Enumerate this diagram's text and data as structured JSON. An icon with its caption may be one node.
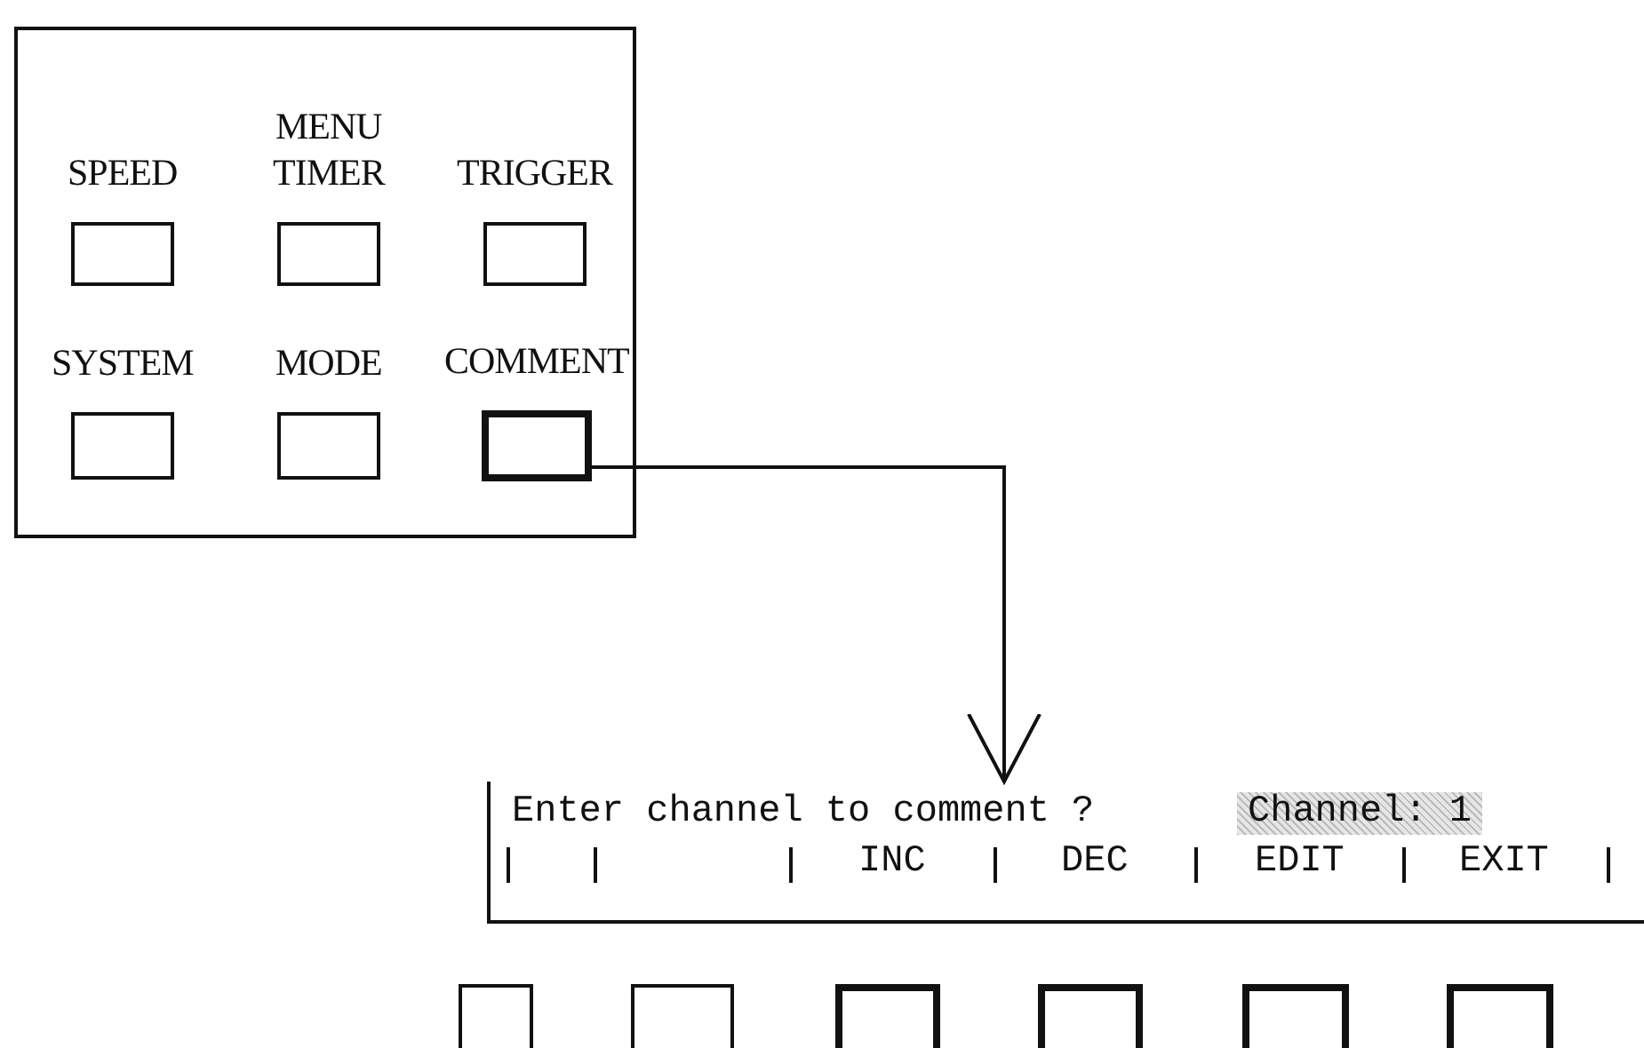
{
  "diagram": {
    "nodes": [
      {
        "text": [],
        "shape": "box"
      },
      {
        "text": [
          "SPEED"
        ],
        "in": 0
      },
      {
        "text": [
          "MENU",
          "TIMER"
        ],
        "in": 0
      },
      {
        "text": [
          "TRIGGER"
        ],
        "in": 0
      },
      {
        "text": [
          "SYSTEM"
        ],
        "in": 0
      },
      {
        "text": [
          "MODE"
        ],
        "in": 0
      },
      {
        "text": [
          "COMMENT"
        ],
        "in": 0
      },
      {
        "text": [
          "Enter channel to comment ?",
          "Channel:  1",
          "INC",
          "DEC",
          "EDIT",
          "EXIT"
        ]
      },
      {
        "text": [],
        "shape": "box"
      },
      {
        "text": [],
        "shape": "box"
      },
      {
        "text": [],
        "shape": "box"
      },
      {
        "text": [],
        "shape": "box"
      },
      {
        "text": [],
        "shape": "box"
      },
      {
        "text": [],
        "shape": "box"
      }
    ],
    "edges": [
      {
        "from": 6,
        "to": 7,
        "arrow": "to"
      }
    ]
  }
}
